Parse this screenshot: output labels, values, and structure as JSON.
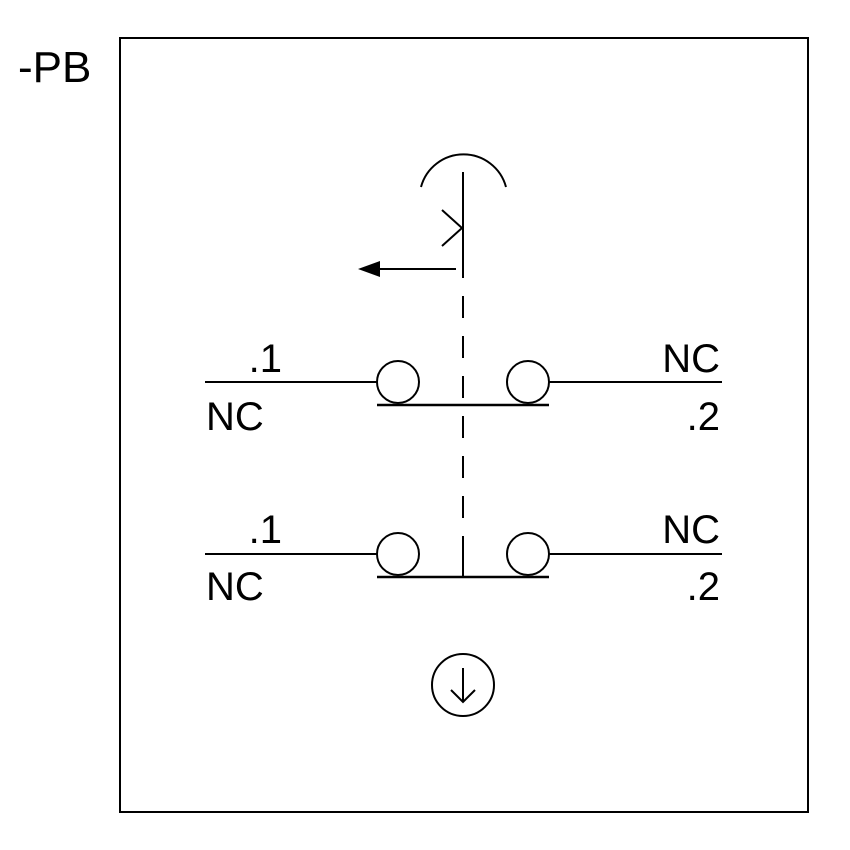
{
  "device": {
    "tag": "-PB"
  },
  "contacts": [
    {
      "left_top": ".1",
      "left_bottom": "NC",
      "right_top": "NC",
      "right_bottom": ".2"
    },
    {
      "left_top": ".1",
      "left_bottom": "NC",
      "right_top": "NC",
      "right_bottom": ".2"
    }
  ],
  "symbols": {
    "actuator": "mushroom-head-push-icon",
    "latch": "arrow-left-icon",
    "footer": "circle-arrow-down-icon"
  },
  "colors": {
    "line": "#000000",
    "background": "#ffffff"
  }
}
